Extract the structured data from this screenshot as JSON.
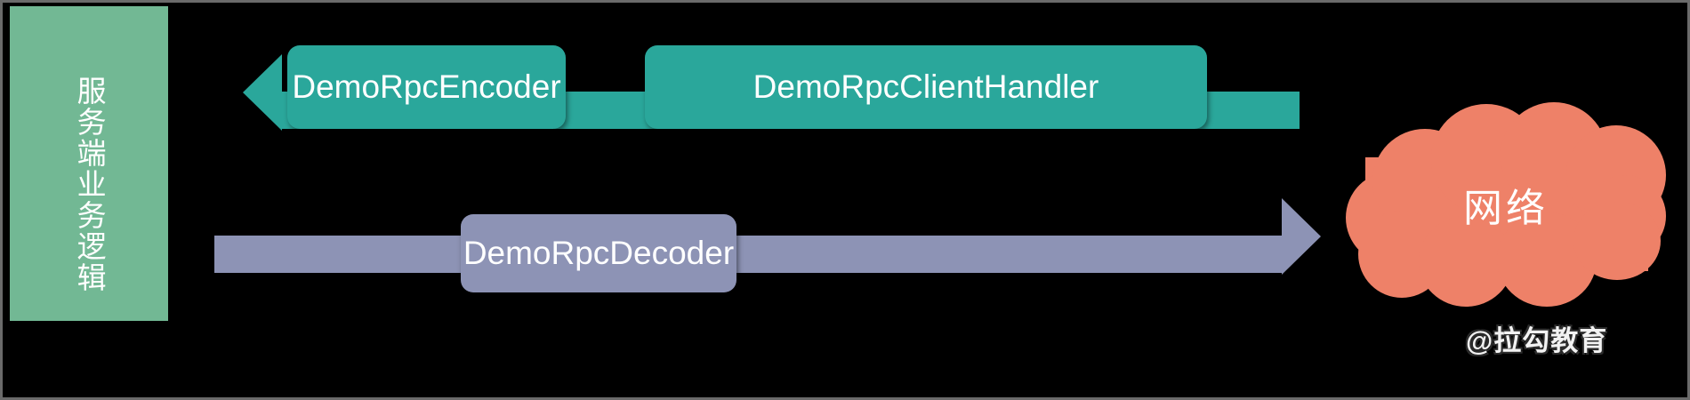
{
  "diagram": {
    "title": "Netty RPC client pipeline diagram",
    "background_color": "#000000"
  },
  "server_panel": {
    "label": "服务端业务逻辑",
    "color": "#72b894"
  },
  "outbound_flow": {
    "direction": "right-to-left",
    "color": "#2aa79b",
    "nodes": [
      {
        "label": "DemoRpcEncoder"
      },
      {
        "label": "DemoRpcClientHandler"
      }
    ]
  },
  "inbound_flow": {
    "direction": "left-to-right",
    "color": "#8d93b5",
    "nodes": [
      {
        "label": "DemoRpcDecoder"
      }
    ]
  },
  "network_cloud": {
    "label": "网络",
    "color": "#ee8168"
  },
  "watermark": {
    "text": "@拉勾教育"
  }
}
